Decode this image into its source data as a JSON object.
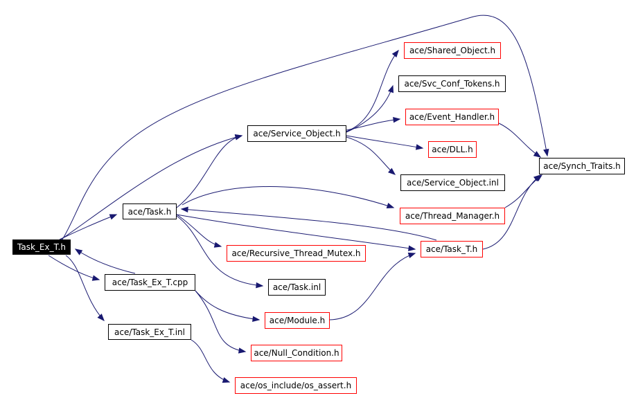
{
  "colors": {
    "edge": "#191970",
    "border_plain": "#000000",
    "border_red": "#ff0000",
    "root_bg": "#000000",
    "root_text": "#ffffff"
  },
  "nodes": {
    "task_ex_t_h": "Task_Ex_T.h",
    "task_h": "ace/Task.h",
    "task_ex_t_cpp": "ace/Task_Ex_T.cpp",
    "task_ex_t_inl": "ace/Task_Ex_T.inl",
    "service_object_h": "ace/Service_Object.h",
    "recursive_thread_mutex_h": "ace/Recursive_Thread_Mutex.h",
    "task_inl": "ace/Task.inl",
    "module_h": "ace/Module.h",
    "null_condition_h": "ace/Null_Condition.h",
    "os_assert_h": "ace/os_include/os_assert.h",
    "shared_object_h": "ace/Shared_Object.h",
    "svc_conf_tokens_h": "ace/Svc_Conf_Tokens.h",
    "event_handler_h": "ace/Event_Handler.h",
    "dll_h": "ace/DLL.h",
    "service_object_inl": "ace/Service_Object.inl",
    "thread_manager_h": "ace/Thread_Manager.h",
    "task_t_h": "ace/Task_T.h",
    "synch_traits_h": "ace/Synch_Traits.h"
  }
}
